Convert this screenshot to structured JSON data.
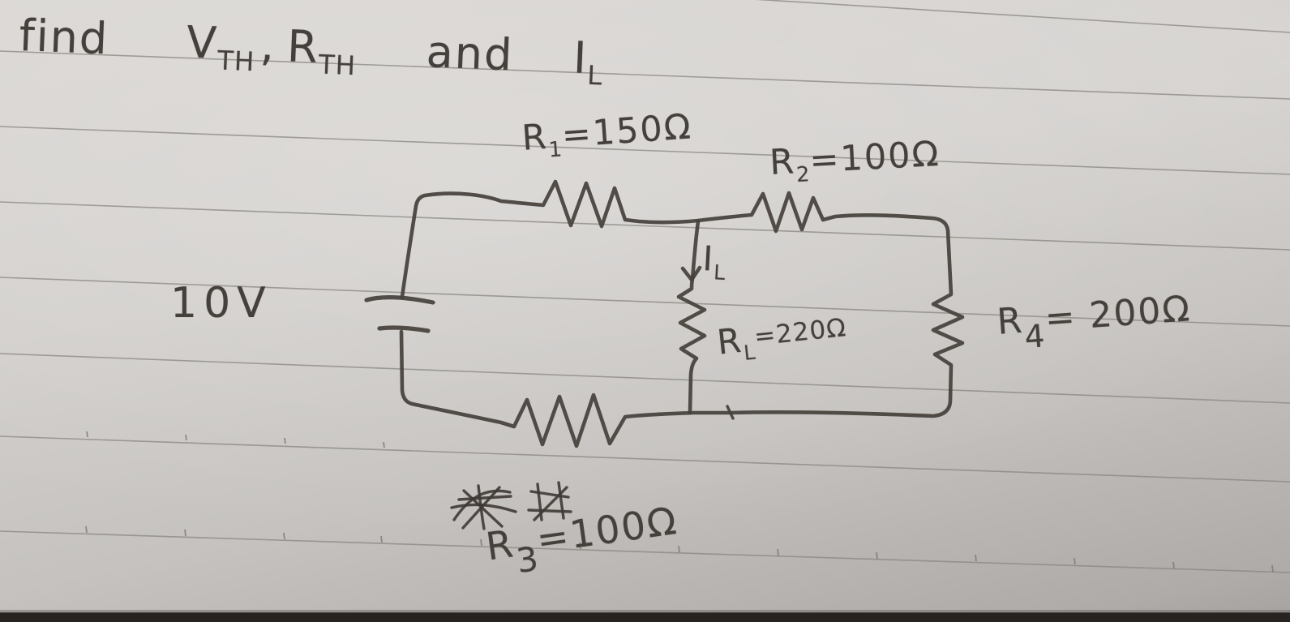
{
  "title": {
    "find_word": "find",
    "v_base": "V",
    "v_sub": "TH",
    "comma": ",",
    "r_base": "R",
    "r_sub": "TH",
    "and_word": "and",
    "i_base": "I",
    "i_sub": "L"
  },
  "source_label": "10V",
  "components": {
    "r1": {
      "base": "R",
      "sub": "1",
      "value": "=150Ω"
    },
    "r2": {
      "base": "R",
      "sub": "2",
      "value": "=100Ω"
    },
    "r3": {
      "base": "R",
      "sub": "3",
      "value": "=100Ω"
    },
    "r4": {
      "base": "R",
      "sub": "4",
      "value": "= 200Ω"
    },
    "rl": {
      "base": "R",
      "sub": "L",
      "value": "=220Ω"
    }
  },
  "load_current": {
    "base": "I",
    "sub": "L"
  },
  "colors": {
    "ink": "#45403b",
    "paper": "#cfccc9",
    "rule_line": "#8a8580",
    "photo_edge": "#262321"
  }
}
